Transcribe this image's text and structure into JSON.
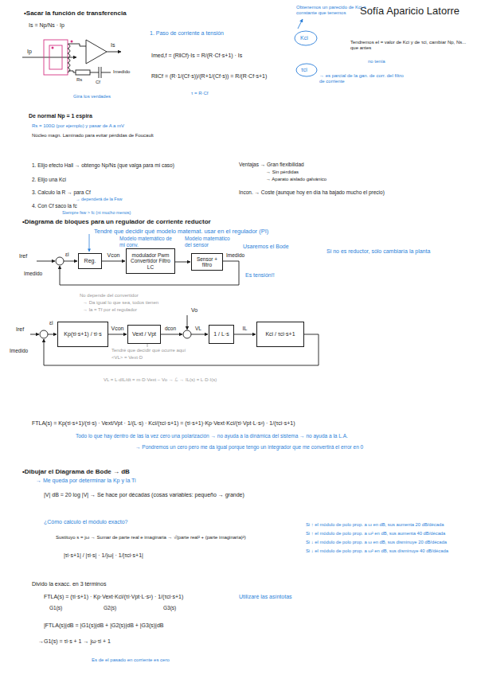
{
  "diagram": {
    "nodes": [
      {
        "text": [
          "Reg."
        ]
      },
      {
        "text": [
          "modulador Pwm Convertidor Filtro LC"
        ]
      },
      {
        "text": [
          "Sensor + filtro"
        ]
      },
      {
        "text": [
          "Kp(τi·s+1) / τi·s"
        ]
      },
      {
        "text": [
          "Vext / Vpt"
        ]
      },
      {
        "text": [
          "1 / L·s"
        ]
      },
      {
        "text": [
          "Kci / τci·s+1"
        ]
      }
    ],
    "edges": [
      {
        "from": 0,
        "to": 1,
        "arrow": "to",
        "label": "Vcon"
      },
      {
        "from": 1,
        "to": 2,
        "arrow": "to"
      },
      {
        "from": 3,
        "to": 4,
        "arrow": "to",
        "label": "Vcon"
      },
      {
        "from": 5,
        "to": 6,
        "arrow": "to",
        "label": "IL"
      }
    ],
    "labels": [
      "Sofía Aparicio Latorre",
      "•Sacar la función de transferencia",
      "Is = Np/Ns · Ip",
      "Ip",
      "Is",
      "Rs",
      "Cf",
      "Imedido",
      "Gira los verdades",
      "1. Paso de corriente a tensión",
      "Imed,f = (R‖Cf)·Is = R/(R·Cf·s+1) · Is",
      "R‖Cf = (R·1/(Cf·s))/(R+1/(Cf·s)) = R/(R·Cf·s+1)",
      "τ = R·Cf",
      "Obtenemos un parecido de Kci = constante que tenemos",
      "Kci",
      "τci",
      "→ es parcial de la gan. de corr. del filtro de corriente",
      "Tendremos el = valor de Kci y de τci, cambiar Np, Ns... que antes",
      "no tenía",
      "De normal Np = 1 espira",
      "Rs = 100Ω (por ejemplo) y pasar de A a mV",
      "Núcleo magn. Laminado para evitar pérdidas de Foucault",
      "1. Elijo efecto Hall → obtengo Np/Ns (que valga para mi caso)",
      "2. Elijo una Kci",
      "3. Calculo la R → para Cf",
      "→ dependerá de la Fsw",
      "4. Con Cf saco la fc",
      "Siempre fsw > fc (ni mucho menos)",
      "Ventajas → Gran flexibilidad",
      "→ Sin pérdidas",
      "→ Aparato aislado galvánico",
      "Incon. → Coste (aunque hoy en día ha bajado mucho el precio)",
      "•Diagrama de bloques para un regulador de corriente reductor",
      "Tendré que decidir qué modelo matemat. usar en el regulador (PI)",
      "Modelo matemático de mi conv.",
      "Modelo matemático del sensor",
      "Iref",
      "εi",
      "Imedido",
      "Imedido",
      "Usaremos el Bode",
      "Es tensión!!",
      "Si no es reductor, sólo cambiaría la planta",
      "No depende del convertidor",
      "→ Da igual lo que sea, todos tienen",
      "→ la = Tf por el regulador",
      "Iref",
      "εi",
      "dcon",
      "Vo",
      "VL",
      "Imedido",
      "Tendré que decidir qué ocurre aquí",
      "<VL> = Vext·D",
      "VL = L·dIL/dt = m·D·Vext − Vo → ℒ → IL(s) = L·D·I(s)",
      "FTLA(s) = Kp(τi·s+1)/(τi·s) · Vext/Vpt · 1/(L·s) · Kci/(τci·s+1) = (τi·s+1)·Kp·Vext·Kci/(τi·Vpt·L·s²) · 1/(τci·s+1)",
      "Todo lo que hay dentro de las la vez cero una polarización → no ayuda a la dinámica del sistema → no ayuda a la L.A.",
      "→ Pondremos un cero pero me da igual porque tengo un integrador que me convertirá el error en 0",
      "•Dibujar el Diagrama de Bode → dB",
      "→ Me queda por determinar la Kp y la Ti",
      "|V| dB = 20 log |V| → Se hace por décadas (cosas variables: pequeño → grande)",
      "¿Cómo calculo el módulo exacto?",
      "Sustituyo s = jω → Sumar de parte real e imaginaria → √(parte real² + (parte imaginaria)²)",
      "|τi·s+1| / |τi·s| · 1/|ω| · 1/|τci·s+1|",
      "Si ↑ el módulo de polo prop. a ω en dB, sus aumenta 20 dB/década",
      "Si ↑ el módulo de polo prop. a ω² en dB, sus aumenta 40 dB/década",
      "Si ↓ el módulo de polo prop. a ω en dB, sus disminuye 20 dB/década",
      "Si ↓ el módulo de polo prop. a ω² en dB, sus disminuye 40 dB/década",
      "Divido la exacc. en 3 términos",
      "FTLA(s) = (τi·s+1) · Kp·Vext·Kci/(τi·Vpt·L·s²) · 1/(τci·s+1)",
      "G1(s)",
      "G2(s)",
      "G3(s)",
      "Utilizaré las asíntotas",
      "|FTLA(s)|dB = |G1(s)|dB + |G2(s)|dB + |G3(s)|dB",
      "→G1(s) = τi·s + 1 → jω·τi + 1",
      "Es de el pasado en corriente es cero"
    ]
  }
}
